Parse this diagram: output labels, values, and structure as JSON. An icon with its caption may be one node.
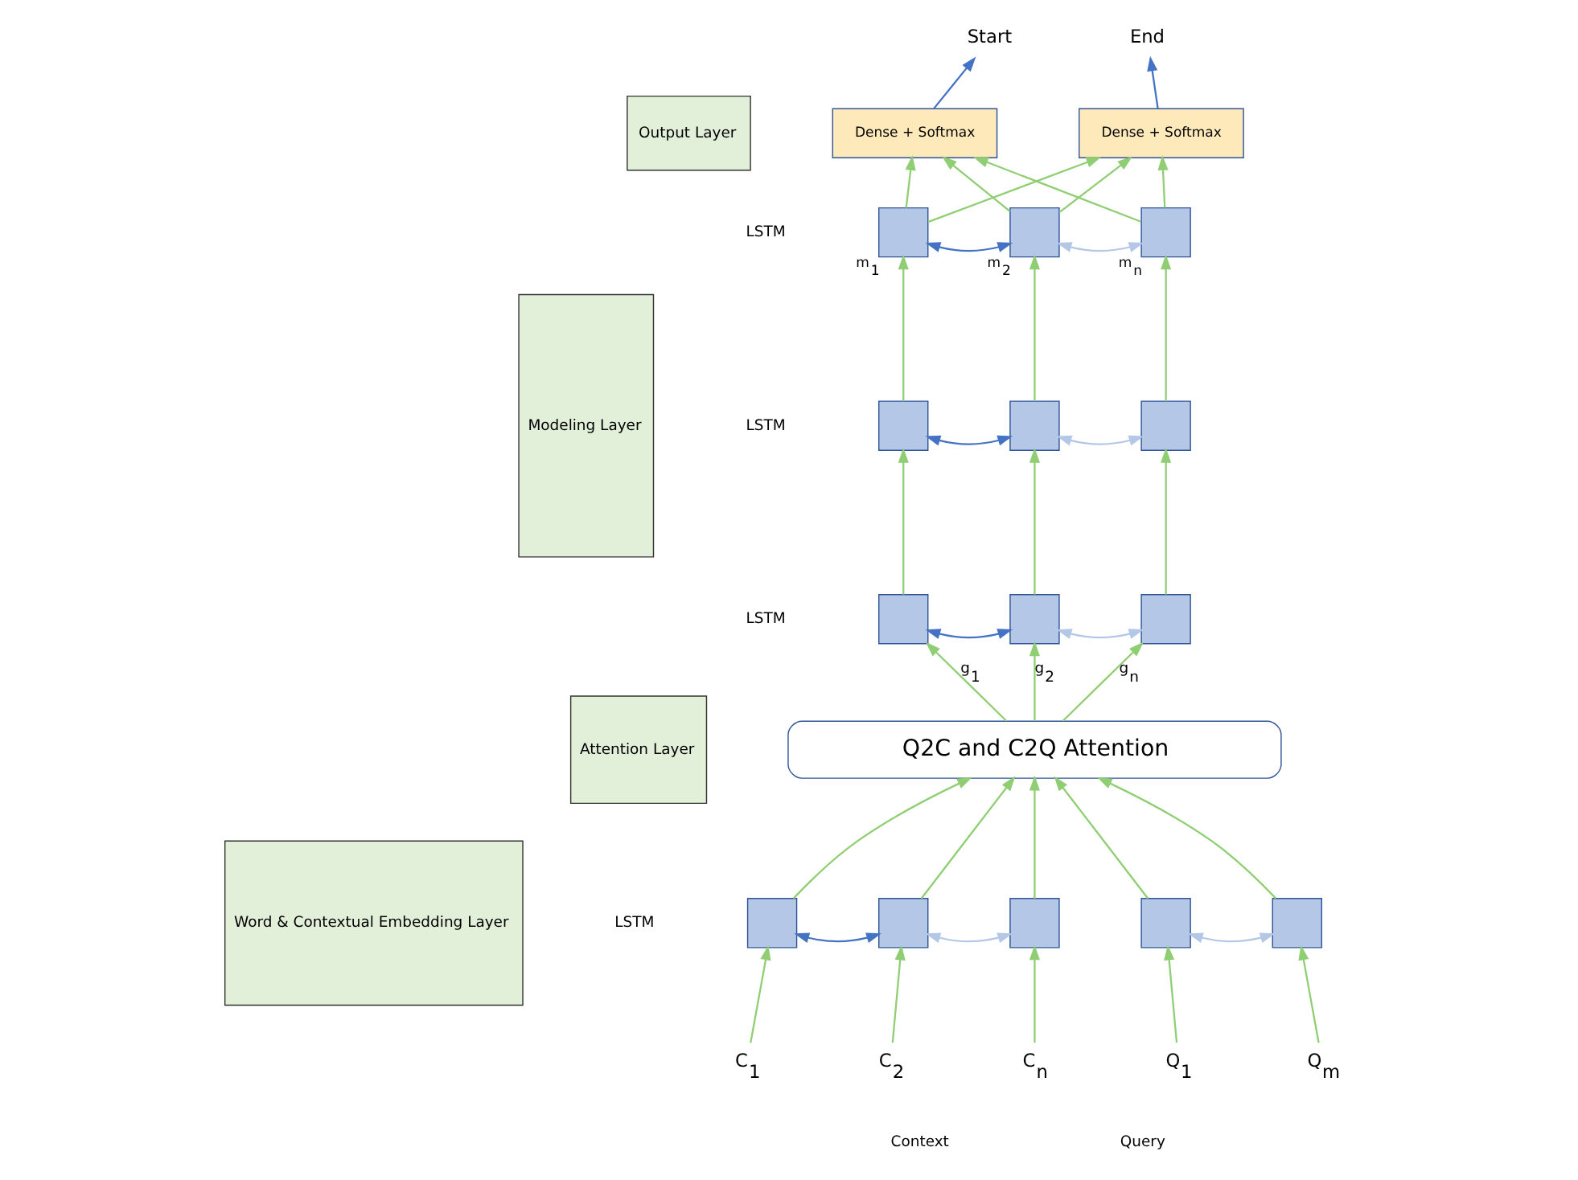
{
  "diagram": {
    "nodes": [
      {
        "text": [
          "Output Layer"
        ]
      },
      {
        "text": [
          "Modeling Layer"
        ]
      },
      {
        "text": [
          "Attention Layer"
        ]
      },
      {
        "text": [
          "Word & Contextual Embedding Layer"
        ]
      },
      {
        "text": [
          "Start"
        ]
      },
      {
        "text": [
          "End"
        ]
      },
      {
        "text": [
          "Dense + Softmax"
        ]
      },
      {
        "text": [
          "Dense + Softmax"
        ]
      },
      {
        "text": [],
        "shape": "box",
        "beside": [
          "m$_{1}$"
        ]
      },
      {
        "text": [],
        "shape": "box",
        "beside": [
          "m$_{2}$"
        ]
      },
      {
        "text": [],
        "shape": "box",
        "beside": [
          "m$_{n}$"
        ]
      },
      {
        "text": [],
        "shape": "box"
      },
      {
        "text": [],
        "shape": "box"
      },
      {
        "text": [],
        "shape": "box"
      },
      {
        "text": [],
        "shape": "box"
      },
      {
        "text": [],
        "shape": "box"
      },
      {
        "text": [],
        "shape": "box"
      },
      {
        "text": [
          "Q2C and C2Q Attention"
        ]
      },
      {
        "text": [],
        "shape": "box"
      },
      {
        "text": [],
        "shape": "box"
      },
      {
        "text": [],
        "shape": "box"
      },
      {
        "text": [],
        "shape": "box"
      },
      {
        "text": [],
        "shape": "box"
      },
      {
        "text": [
          "C$_{1}$"
        ]
      },
      {
        "text": [
          "C$_{2}$"
        ]
      },
      {
        "text": [
          "C$_{n}$"
        ]
      },
      {
        "text": [
          "Q$_{1}$"
        ]
      },
      {
        "text": [
          "Q$_{m}$"
        ]
      }
    ],
    "edges": [
      {
        "from": 6,
        "to": 4,
        "arrow": "to",
        "color": "#4472c4"
      },
      {
        "from": 7,
        "to": 5,
        "arrow": "to",
        "color": "#4472c4"
      },
      {
        "from": 8,
        "to": 6,
        "arrow": "to"
      },
      {
        "from": 8,
        "to": 7,
        "arrow": "to"
      },
      {
        "from": 9,
        "to": 6,
        "arrow": "to"
      },
      {
        "from": 9,
        "to": 7,
        "arrow": "to"
      },
      {
        "from": 10,
        "to": 6,
        "arrow": "to"
      },
      {
        "from": 10,
        "to": 7,
        "arrow": "to"
      },
      {
        "from": 8,
        "to": 9,
        "arrow": "both",
        "color": "#4472c4"
      },
      {
        "from": 9,
        "to": 10,
        "arrow": "both",
        "color": "#b4c7e7"
      },
      {
        "from": 11,
        "to": 8,
        "arrow": "to"
      },
      {
        "from": 12,
        "to": 9,
        "arrow": "to"
      },
      {
        "from": 13,
        "to": 10,
        "arrow": "to"
      },
      {
        "from": 11,
        "to": 12,
        "arrow": "both",
        "color": "#4472c4"
      },
      {
        "from": 12,
        "to": 13,
        "arrow": "both",
        "color": "#b4c7e7"
      },
      {
        "from": 14,
        "to": 11,
        "arrow": "to"
      },
      {
        "from": 15,
        "to": 12,
        "arrow": "to"
      },
      {
        "from": 16,
        "to": 13,
        "arrow": "to"
      },
      {
        "from": 14,
        "to": 15,
        "arrow": "both",
        "color": "#4472c4"
      },
      {
        "from": 15,
        "to": 16,
        "arrow": "both",
        "color": "#b4c7e7"
      },
      {
        "from": 17,
        "to": 14,
        "arrow": "to",
        "label": "g$_{1}$"
      },
      {
        "from": 17,
        "to": 15,
        "arrow": "to",
        "label": "g$_{2}$"
      },
      {
        "from": 17,
        "to": 16,
        "arrow": "to",
        "label": "g$_{n}$"
      },
      {
        "from": 18,
        "to": 17,
        "arrow": "to"
      },
      {
        "from": 19,
        "to": 17,
        "arrow": "to"
      },
      {
        "from": 20,
        "to": 17,
        "arrow": "to"
      },
      {
        "from": 21,
        "to": 17,
        "arrow": "to"
      },
      {
        "from": 22,
        "to": 17,
        "arrow": "to"
      },
      {
        "from": 18,
        "to": 19,
        "arrow": "both",
        "color": "#4472c4"
      },
      {
        "from": 19,
        "to": 20,
        "arrow": "both",
        "color": "#b4c7e7"
      },
      {
        "from": 21,
        "to": 22,
        "arrow": "both",
        "color": "#b4c7e7"
      },
      {
        "from": 23,
        "to": 18,
        "arrow": "to"
      },
      {
        "from": 24,
        "to": 19,
        "arrow": "to"
      },
      {
        "from": 25,
        "to": 20,
        "arrow": "to"
      },
      {
        "from": 26,
        "to": 21,
        "arrow": "to"
      },
      {
        "from": 27,
        "to": 22,
        "arrow": "to"
      }
    ],
    "labels": [
      "LSTM",
      "LSTM",
      "LSTM",
      "LSTM",
      "Context",
      "Query"
    ]
  }
}
